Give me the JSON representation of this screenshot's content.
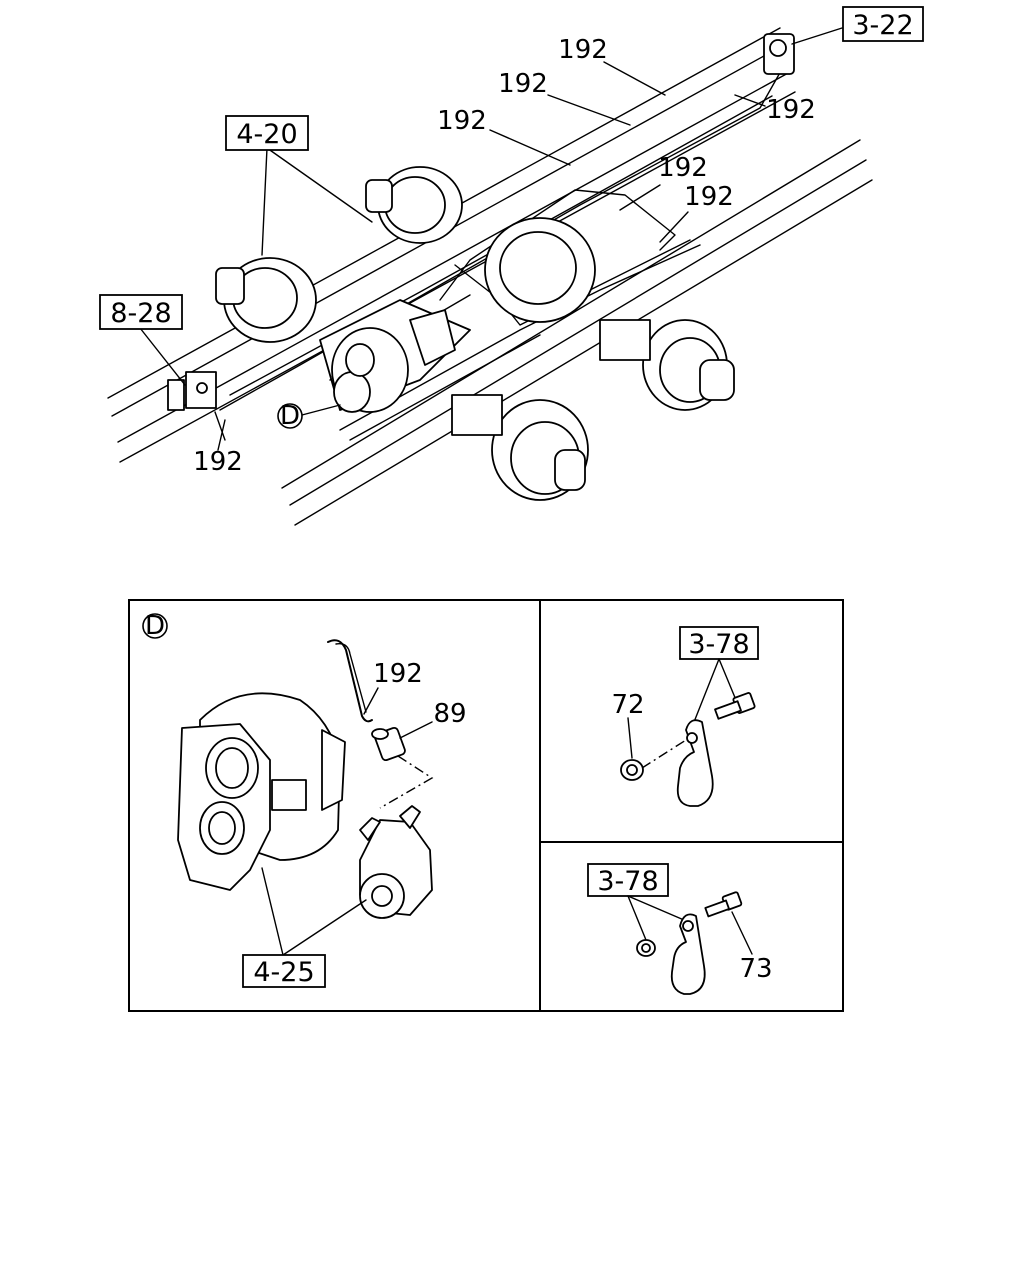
{
  "main_view": {
    "callouts": {
      "ref_top_right": "3-22",
      "ref_axle": "4-20",
      "ref_left": "8-28",
      "detail_marker": "D",
      "pipe_a": "192",
      "pipe_b": "192",
      "pipe_c": "192",
      "pipe_d": "192",
      "pipe_e": "192",
      "pipe_f": "192",
      "pipe_g": "192"
    }
  },
  "detail_d": {
    "marker": "D",
    "pipe": "192",
    "connector": "89",
    "ref_cylinder": "4-25"
  },
  "detail_clip_upper": {
    "ref": "3-78",
    "nut": "72"
  },
  "detail_clip_lower": {
    "ref": "3-78",
    "bolt": "73"
  }
}
